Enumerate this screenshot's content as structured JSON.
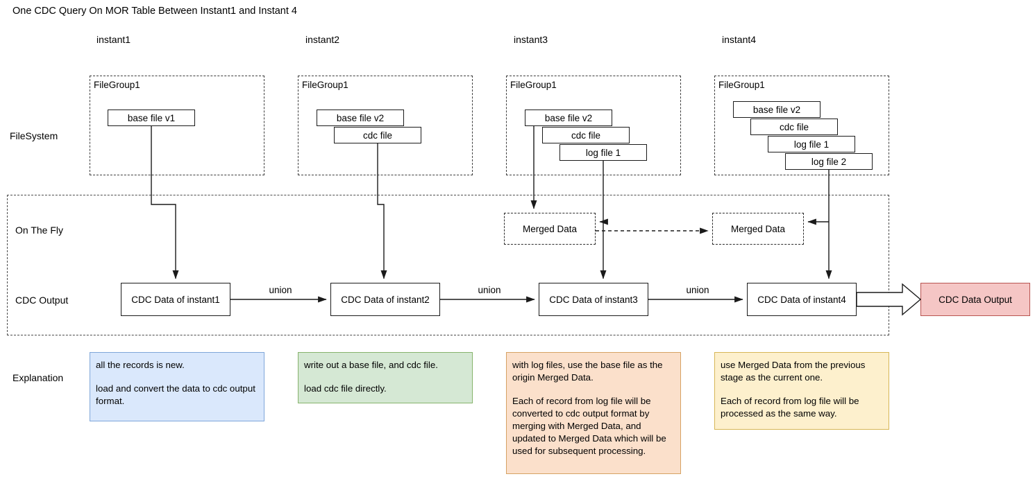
{
  "title": "One CDC Query On MOR Table Between Instant1 and Instant 4",
  "column_labels": [
    {
      "text": "instant1"
    },
    {
      "text": "instant2"
    },
    {
      "text": "instant3"
    },
    {
      "text": "instant4"
    }
  ],
  "row_labels": [
    {
      "text": "FileSystem"
    },
    {
      "text": "On The Fly"
    },
    {
      "text": "CDC Output"
    },
    {
      "text": "Explanation"
    }
  ],
  "filesystem": {
    "group_label": "FileGroup1",
    "columns": [
      {
        "files": [
          "base file v1"
        ]
      },
      {
        "files": [
          "base file v2",
          "cdc file"
        ]
      },
      {
        "files": [
          "base file v2",
          "cdc file",
          "log file 1"
        ]
      },
      {
        "files": [
          "base file v2",
          "cdc file",
          "log file 1",
          "log file 2"
        ]
      }
    ]
  },
  "on_the_fly": {
    "merged": [
      {
        "label": "Merged Data"
      },
      {
        "label": "Merged Data"
      }
    ]
  },
  "cdc_output": {
    "boxes": [
      {
        "label": "CDC Data of instant1"
      },
      {
        "label": "CDC Data of instant2"
      },
      {
        "label": "CDC Data of instant3"
      },
      {
        "label": "CDC Data of instant4"
      }
    ],
    "union_labels": [
      "union",
      "union",
      "union"
    ],
    "final": {
      "label": "CDC Data Output",
      "fill": "#f5c6c5",
      "stroke": "#b85450"
    }
  },
  "explanations": [
    {
      "paragraphs": [
        "all the records is new.",
        "load and convert the data to cdc output format."
      ],
      "fill": "#dae8fc",
      "stroke": "#7ea6d9"
    },
    {
      "paragraphs": [
        "write out a base file, and cdc file.",
        "load cdc file directly."
      ],
      "fill": "#d5e8d4",
      "stroke": "#86b36b"
    },
    {
      "paragraphs": [
        "with log files, use the base file as the origin Merged Data.",
        "Each of record from log file will be converted to cdc output format by merging with Merged Data, and updated to Merged Data which will be used for subsequent processing."
      ],
      "fill": "#fbe0cb",
      "stroke": "#d6a263"
    },
    {
      "paragraphs": [
        "use Merged Data from the previous stage as the current one.",
        "Each of record from log file will be processed as the same way."
      ],
      "fill": "#fdf0cd",
      "stroke": "#d6b656"
    }
  ]
}
